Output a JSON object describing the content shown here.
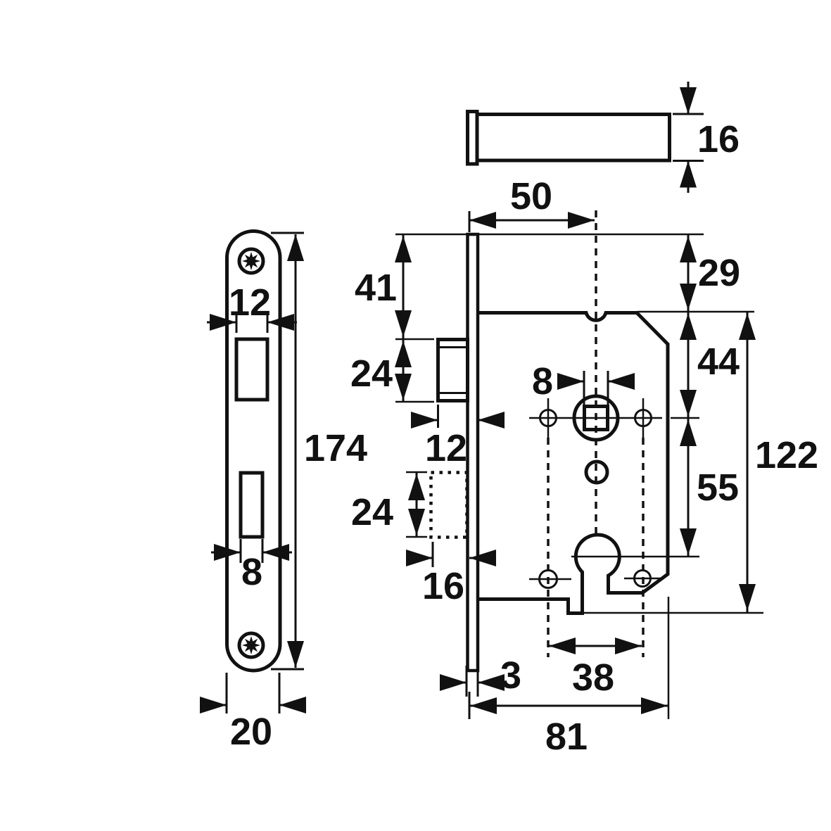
{
  "drawing": {
    "kind": "mortise-lock dimensional drawing",
    "background_color": "#ffffff",
    "line_color": "#111111",
    "views": {
      "faceplate_front": {
        "dims": {
          "latch_cutout_width": "12",
          "plate_length": "174",
          "bolt_cutout_width": "8",
          "plate_width": "20"
        }
      },
      "top_view": {
        "dims": {
          "case_thickness": "16"
        }
      },
      "lock_case_side": {
        "dims": {
          "backset": "50",
          "plate_top_to_case_top": "29",
          "plate_top_to_latch": "41",
          "latch_height": "24",
          "latch_protrusion": "12",
          "spindle_square": "8",
          "case_top_to_spindle": "44",
          "spindle_to_cylinder": "55",
          "case_height": "122",
          "bolt_height": "24",
          "bolt_throw": "16",
          "faceplate_thickness": "3",
          "hole_spacing": "38",
          "case_depth": "81"
        }
      }
    }
  }
}
